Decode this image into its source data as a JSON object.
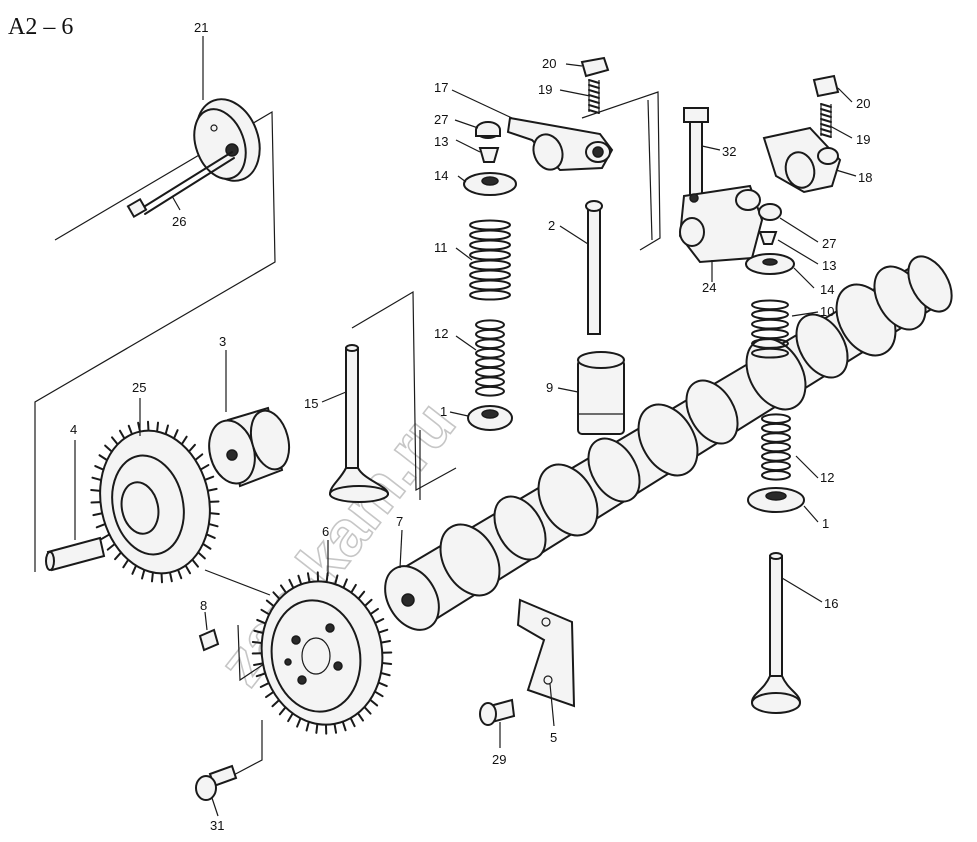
{
  "title": "A2 – 6",
  "watermark": "zap-kam.ru",
  "callouts": [
    {
      "id": "c21",
      "text": "21"
    },
    {
      "id": "c26",
      "text": "26"
    },
    {
      "id": "c3",
      "text": "3"
    },
    {
      "id": "c25",
      "text": "25"
    },
    {
      "id": "c4",
      "text": "4"
    },
    {
      "id": "c6",
      "text": "6"
    },
    {
      "id": "c7",
      "text": "7"
    },
    {
      "id": "c8",
      "text": "8"
    },
    {
      "id": "c31",
      "text": "31"
    },
    {
      "id": "c15",
      "text": "15"
    },
    {
      "id": "c17",
      "text": "17"
    },
    {
      "id": "c27a",
      "text": "27"
    },
    {
      "id": "c13a",
      "text": "13"
    },
    {
      "id": "c14a",
      "text": "14"
    },
    {
      "id": "c11",
      "text": "11"
    },
    {
      "id": "c12a",
      "text": "12"
    },
    {
      "id": "c1a",
      "text": "1"
    },
    {
      "id": "c20a",
      "text": "20"
    },
    {
      "id": "c19a",
      "text": "19"
    },
    {
      "id": "c2",
      "text": "2"
    },
    {
      "id": "c9",
      "text": "9"
    },
    {
      "id": "c32",
      "text": "32"
    },
    {
      "id": "c24",
      "text": "24"
    },
    {
      "id": "c20b",
      "text": "20"
    },
    {
      "id": "c19b",
      "text": "19"
    },
    {
      "id": "c18",
      "text": "18"
    },
    {
      "id": "c27b",
      "text": "27"
    },
    {
      "id": "c13b",
      "text": "13"
    },
    {
      "id": "c14b",
      "text": "14"
    },
    {
      "id": "c10",
      "text": "10"
    },
    {
      "id": "c12b",
      "text": "12"
    },
    {
      "id": "c1b",
      "text": "1"
    },
    {
      "id": "c16",
      "text": "16"
    },
    {
      "id": "c29",
      "text": "29"
    },
    {
      "id": "c5",
      "text": "5"
    }
  ]
}
